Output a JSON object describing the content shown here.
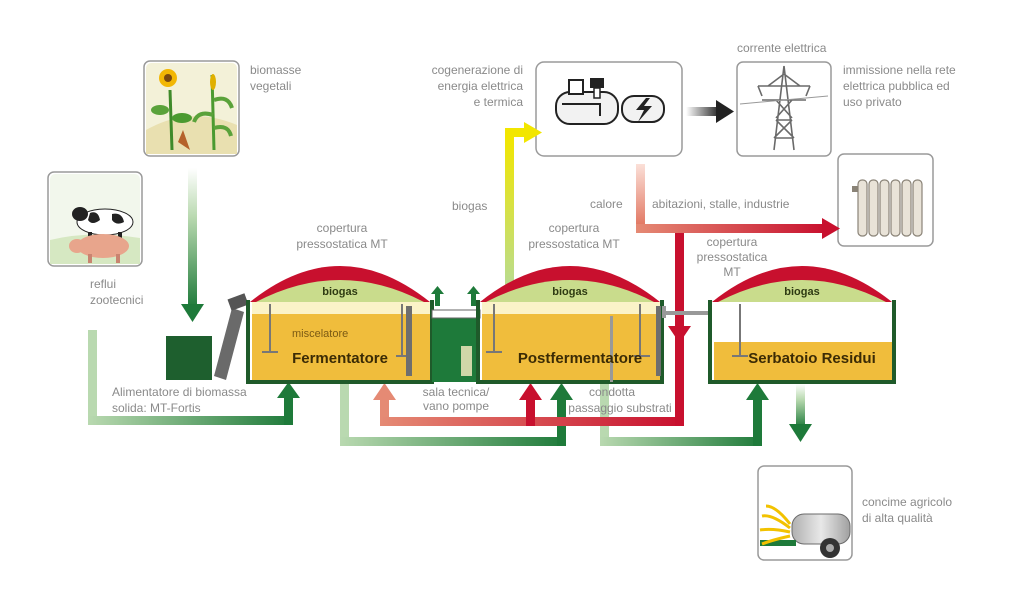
{
  "colors": {
    "dark_green": "#1e7a3a",
    "light_green": "#b9d9b0",
    "red": "#c8102e",
    "yellow": "#f2e600",
    "slurry": "#f0bd3c",
    "dome_red": "#c8102e",
    "dome_gas": "#c9dc8c",
    "grey_text": "#8a8a8a"
  },
  "labels": {
    "biomass": [
      "biomasse",
      "vegetali"
    ],
    "manure": [
      "reflui",
      "zootecnici"
    ],
    "feeder": [
      "Alimentatore di biomassa",
      "solida: MT-Fortis"
    ],
    "cogeneration": [
      "cogenerazione di",
      "energia elettrica",
      "e termica"
    ],
    "electricity": "corrente elettrica",
    "grid": [
      "immissione nella rete",
      "elettrica pubblica ed",
      "uso privato"
    ],
    "biogas_flow": "biogas",
    "heat": "calore",
    "heat_users": "abitazioni, stalle, industrie",
    "cover1": [
      "copertura",
      "pressostatica MT"
    ],
    "cover2": [
      "copertura",
      "pressostatica MT"
    ],
    "cover3": [
      "copertura",
      "pressostatica",
      "MT"
    ],
    "mixer": "miscelatore",
    "tech_room": [
      "sala tecnica/",
      "vano pompe"
    ],
    "pipe": [
      "condotta",
      "passaggio substrati"
    ],
    "fertilizer": [
      "concime agricolo",
      "di alta qualità"
    ]
  },
  "tanks": [
    {
      "name": "Fermentatore",
      "gas": "biogas"
    },
    {
      "name": "Postfermentatore",
      "gas": "biogas"
    },
    {
      "name": "Serbatoio Residui",
      "gas": "biogas"
    }
  ],
  "icons": [
    "plants-icon",
    "livestock-icon",
    "chp-engine-icon",
    "power-pylon-icon",
    "radiator-icon",
    "manure-spreader-icon"
  ]
}
